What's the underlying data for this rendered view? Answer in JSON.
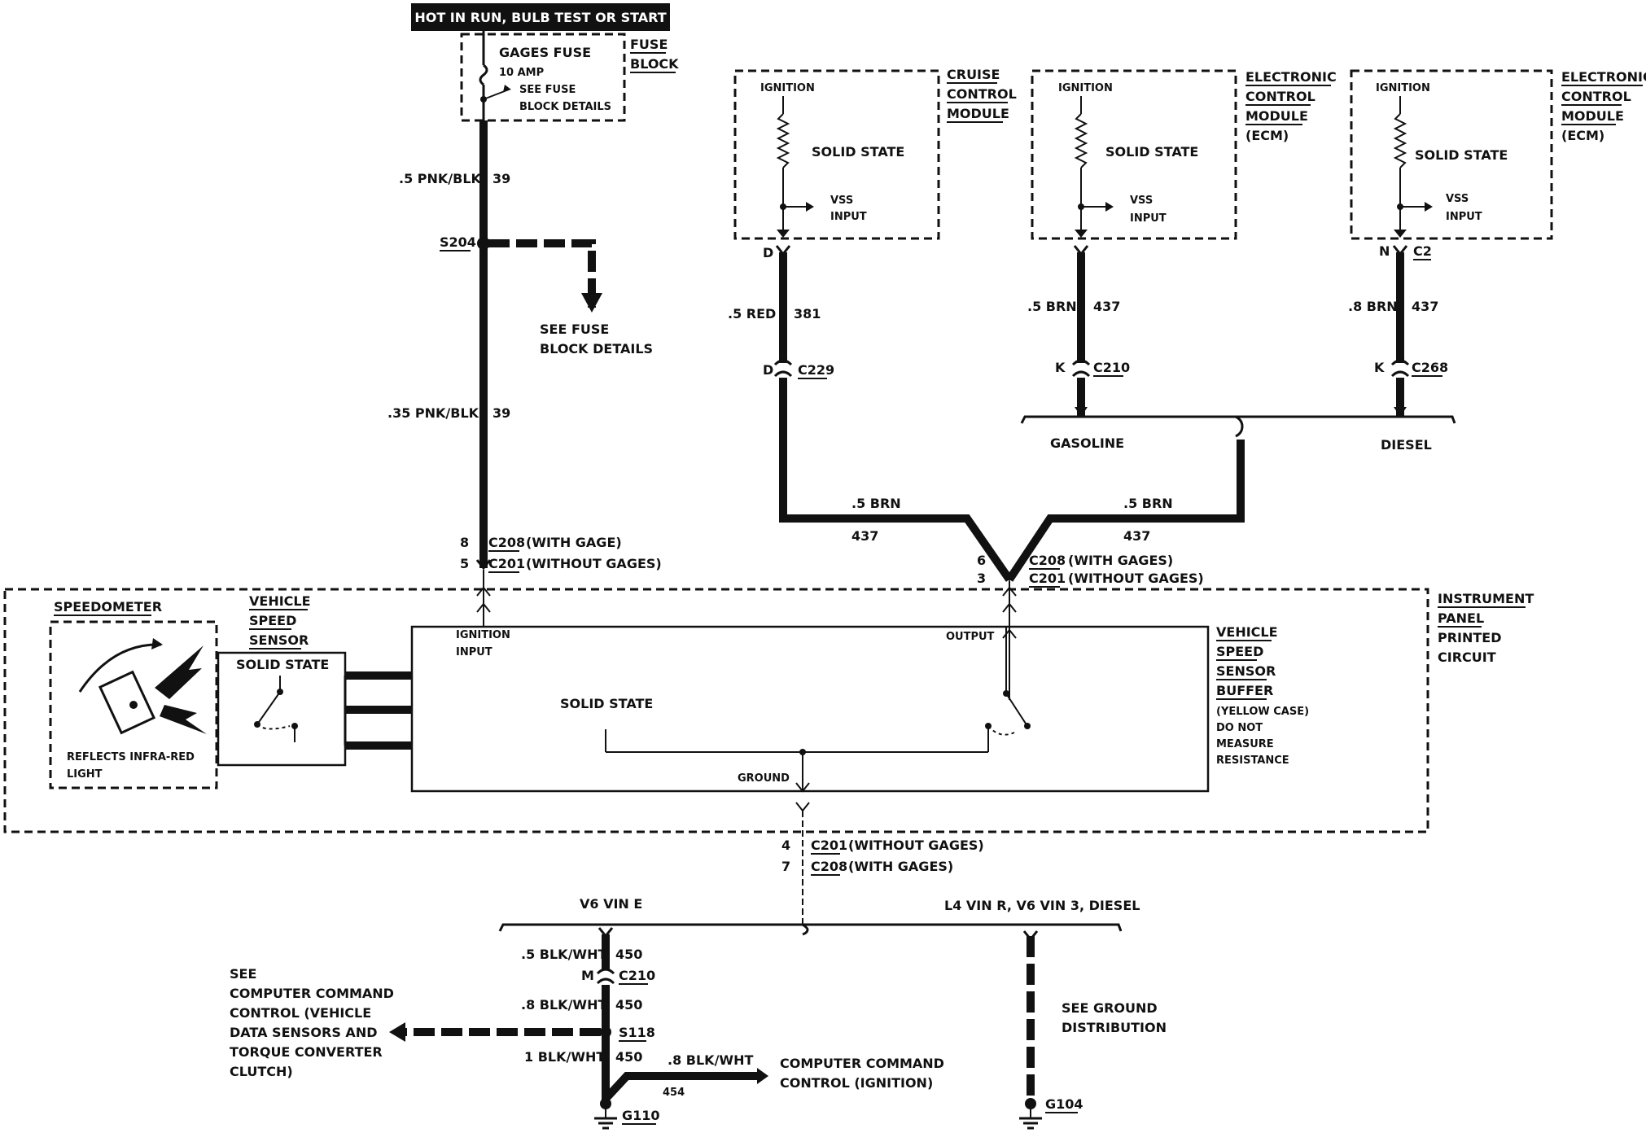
{
  "header": {
    "power": "HOT IN RUN, BULB TEST OR START"
  },
  "fuse": {
    "name": "GAGES FUSE",
    "amp": "10 AMP",
    "see1": "SEE FUSE",
    "see2": "BLOCK DETAILS",
    "block1": "FUSE",
    "block2": "BLOCK"
  },
  "wires": {
    "w39a_gauge": ".5 PNK/BLK",
    "w39a_num": "39",
    "w39b_gauge": ".35 PNK/BLK",
    "w39b_num": "39",
    "w381_gauge": ".5 RED",
    "w381_num": "381",
    "w437a_gauge": ".5 BRN",
    "w437a_num": "437",
    "w437b_gauge": ".8 BRN",
    "w437b_num": "437",
    "w437c_gauge": ".5 BRN",
    "w437c_num": "437",
    "w437d_gauge": ".5 BRN",
    "w437d_num": "437",
    "w450a_gauge": ".5 BLK/WHT",
    "w450a_num": "450",
    "w450b_gauge": ".8 BLK/WHT",
    "w450b_num": "450",
    "w450c_gauge": "1 BLK/WHT",
    "w450c_num": "450",
    "w454_gauge": ".8 BLK/WHT",
    "w454_num": "454"
  },
  "splices": {
    "s204": "S204",
    "s204_see1": "SEE FUSE",
    "s204_see2": "BLOCK DETAILS",
    "s118": "S118"
  },
  "connectors": {
    "c229_pin": "D",
    "c229": "C229",
    "cruise_pin": "D",
    "c210_pin": "K",
    "c210": "C210",
    "c268_pin": "K",
    "c268": "C268",
    "ecm2_pin": "N",
    "c2": "C2",
    "c208a_pin": "8",
    "c208a": "C208",
    "c208a_note": "(WITH GAGE)",
    "c201a_pin": "5",
    "c201a": "C201",
    "c201a_note": "(WITHOUT GAGES)",
    "c208b_pin": "6",
    "c208b": "C208",
    "c208b_note": "(WITH GAGES)",
    "c201b_pin": "3",
    "c201b": "C201",
    "c201b_note": "(WITHOUT GAGES)",
    "c201c_pin": "4",
    "c201c": "C201",
    "c201c_note": "(WITHOUT GAGES)",
    "c208c_pin": "7",
    "c208c": "C208",
    "c208c_note": "(WITH GAGES)",
    "c210b_pin": "M",
    "c210b": "C210"
  },
  "modules": {
    "cruise": {
      "ign": "IGNITION",
      "state": "SOLID STATE",
      "vss": "VSS",
      "input": "INPUT",
      "l1": "CRUISE",
      "l2": "CONTROL",
      "l3": "MODULE"
    },
    "ecm1": {
      "ign": "IGNITION",
      "state": "SOLID STATE",
      "vss": "VSS",
      "input": "INPUT",
      "l1": "ELECTRONIC",
      "l2": "CONTROL",
      "l3": "MODULE",
      "l4": "(ECM)"
    },
    "ecm2": {
      "ign": "IGNITION",
      "state": "SOLID STATE",
      "vss": "VSS",
      "input": "INPUT",
      "l1": "ELECTRONIC",
      "l2": "CONTROL",
      "l3": "MODULE",
      "l4": "(ECM)"
    }
  },
  "engine": {
    "gas": "GASOLINE",
    "diesel": "DIESEL"
  },
  "panel": {
    "ipc1": "INSTRUMENT",
    "ipc2": "PANEL",
    "ipc3": "PRINTED",
    "ipc4": "CIRCUIT",
    "speedo": "SPEEDOMETER",
    "reflect1": "REFLECTS INFRA-RED",
    "reflect2": "LIGHT",
    "vss1": "VEHICLE",
    "vss2": "SPEED",
    "vss3": "SENSOR",
    "vss_state": "SOLID STATE",
    "ign_in1": "IGNITION",
    "ign_in2": "INPUT",
    "output": "OUTPUT",
    "buf_state": "SOLID STATE",
    "ground": "GROUND",
    "buf1": "VEHICLE",
    "buf2": "SPEED",
    "buf3": "SENSOR",
    "buf4": "BUFFER",
    "buf5": "(YELLOW CASE)",
    "buf6": "DO NOT",
    "buf7": "MEASURE",
    "buf8": "RESISTANCE"
  },
  "ground": {
    "v6e": "V6 VIN E",
    "l4": "L4 VIN R, V6 VIN 3, DIESEL",
    "see1": "SEE",
    "see2": "COMPUTER COMMAND",
    "see3": "CONTROL (VEHICLE",
    "see4": "DATA SENSORS AND",
    "see5": "TORQUE CONVERTER",
    "see6": "CLUTCH)",
    "ccc1": "COMPUTER COMMAND",
    "ccc2": "CONTROL (IGNITION)",
    "gd1": "SEE GROUND",
    "gd2": "DISTRIBUTION",
    "g110": "G110",
    "g104": "G104"
  }
}
